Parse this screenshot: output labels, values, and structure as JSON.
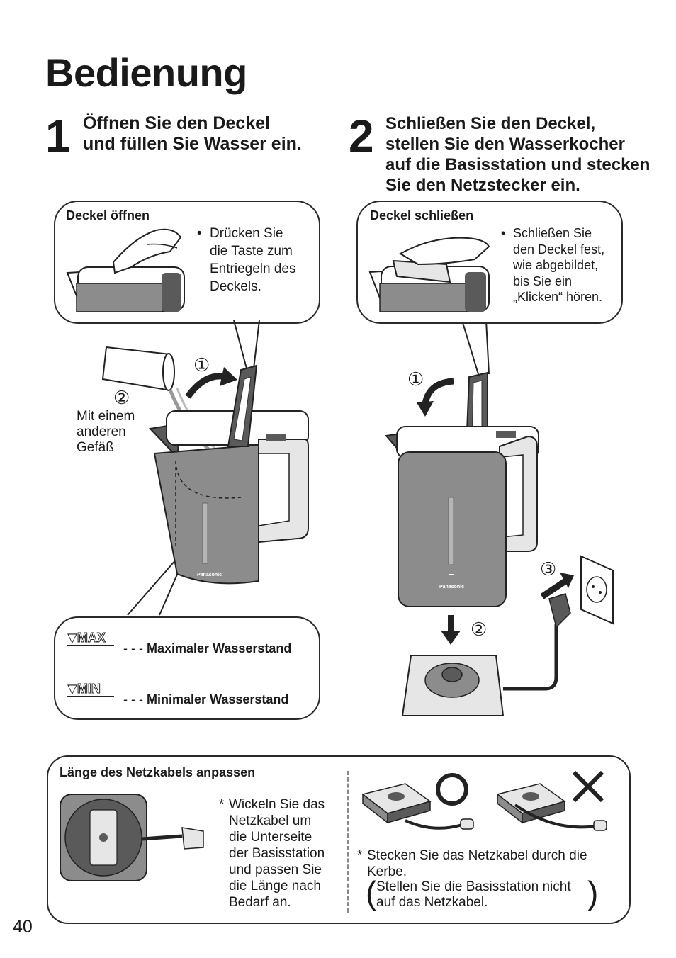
{
  "page_title": "Bedienung",
  "page_number": "40",
  "step1": {
    "number": "1",
    "heading_line1": "Öffnen Sie den Deckel",
    "heading_line2": "und füllen Sie Wasser ein.",
    "callout_title": "Deckel öffnen",
    "callout_lines": [
      "Drücken Sie",
      "die Taste zum",
      "Entriegeln des",
      "Deckels."
    ],
    "circle1": "①",
    "circle2": "②",
    "vessel_lines": [
      "Mit einem",
      "anderen",
      "Gefäß"
    ],
    "max_mark": "MAX",
    "min_mark": "MIN",
    "max_label": "Maximaler Wasserstand",
    "min_label": "Minimaler Wasserstand",
    "brand": "Panasonic"
  },
  "step2": {
    "number": "2",
    "heading_lines": [
      "Schließen Sie den Deckel,",
      "stellen Sie den Wasserkocher",
      "auf die Basisstation und stecken",
      "Sie den Netzstecker ein."
    ],
    "callout_title": "Deckel schließen",
    "callout_lines": [
      "Schließen Sie",
      "den Deckel fest,",
      "wie abgebildet,",
      "bis Sie ein",
      "„Klicken“ hören."
    ],
    "circle1": "①",
    "circle2": "②",
    "circle3": "③",
    "brand": "Panasonic"
  },
  "cord": {
    "title": "Länge des Netzkabels anpassen",
    "left_lines": [
      "Wickeln Sie das",
      "Netzkabel um",
      "die Unterseite",
      "der Basisstation",
      "und passen Sie",
      "die Länge nach",
      "Bedarf an."
    ],
    "right_line1": "Stecken Sie das Netzkabel durch die",
    "right_line2": "Kerbe.",
    "paren_line1": "Stellen Sie die Basisstation nicht",
    "paren_line2": "auf das Netzkabel.",
    "asterisk": "*"
  },
  "colors": {
    "ink": "#1a1a1a",
    "kettle_gray": "#8c8c8c",
    "kettle_dark": "#5a5a5a",
    "light": "#e6e6e6"
  }
}
